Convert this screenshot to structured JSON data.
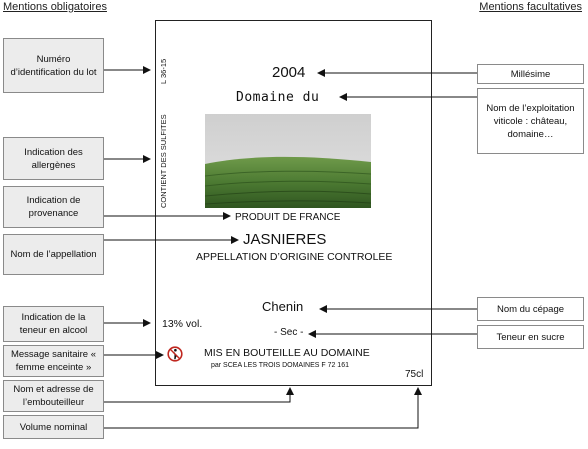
{
  "headings": {
    "left": "Mentions obligatoires",
    "right": "Mentions facultatives"
  },
  "left_boxes": {
    "lot": "Numéro d’identification du lot",
    "allergens": "Indication des allergènes",
    "provenance": "Indication de provenance",
    "appellation": "Nom de l’appellation",
    "alcohol": "Indication de la teneur en alcool",
    "pregnant": "Message sanitaire « femme enceinte »",
    "bottler": "Nom et adresse de l’embouteilleur",
    "volume": "Volume nominal"
  },
  "right_boxes": {
    "vintage": "Millésime",
    "estate": "Nom de l’exploitation viticole : château, domaine…",
    "grape": "Nom du cépage",
    "sugar": "Teneur en sucre"
  },
  "wine_label": {
    "lot_code": "L 36-15",
    "sulfites": "CONTIENT DES SULFITES",
    "year": "2004",
    "estate": "Domaine du",
    "origin": "PRODUIT DE FRANCE",
    "appellation": "JASNIERES",
    "aoc": "APPELLATION D’ORIGINE CONTROLEE",
    "grape": "Chenin",
    "alcohol": "13% vol.",
    "sugar": "- Sec -",
    "bottled": "MIS EN BOUTEILLE AU DOMAINE",
    "bottler": "par SCEA LES TROIS DOMAINES F 72 161",
    "volume": "75cl"
  },
  "colors": {
    "left_box_fill": "#ececec",
    "arrow": "#111111",
    "vineyard_sky": "#d7d7d7",
    "vineyard_green": "#4f7a34"
  }
}
